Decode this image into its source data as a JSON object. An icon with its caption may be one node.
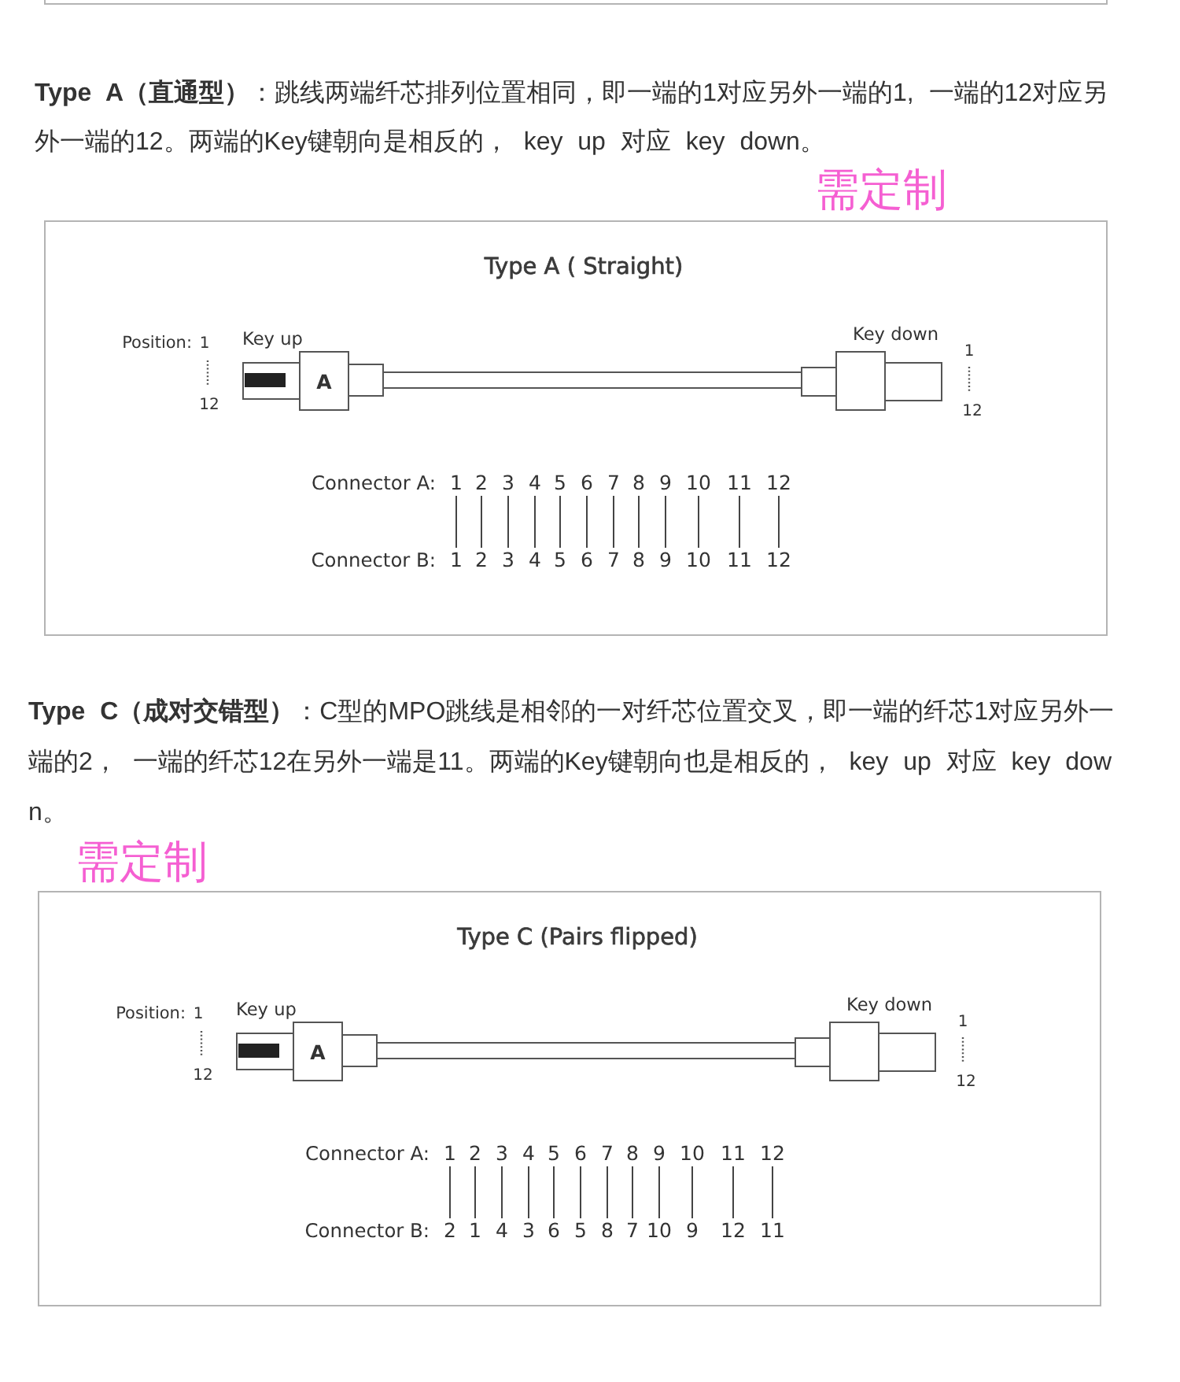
{
  "diagram": {
    "nodes": [
      {
        "text": [
          "Type A ( Straight)"
        ]
      },
      {
        "text": [
          "A"
        ],
        "in": 0
      },
      {
        "text": [
          "1"
        ],
        "in": 0
      },
      {
        "text": [
          "2"
        ],
        "in": 0
      },
      {
        "text": [
          "3"
        ],
        "in": 0
      },
      {
        "text": [
          "4"
        ],
        "in": 0
      },
      {
        "text": [
          "5"
        ],
        "in": 0
      },
      {
        "text": [
          "6"
        ],
        "in": 0
      },
      {
        "text": [
          "7"
        ],
        "in": 0
      },
      {
        "text": [
          "8"
        ],
        "in": 0
      },
      {
        "text": [
          "9"
        ],
        "in": 0
      },
      {
        "text": [
          "10"
        ],
        "in": 0
      },
      {
        "text": [
          "11"
        ],
        "in": 0
      },
      {
        "text": [
          "12"
        ],
        "in": 0
      },
      {
        "text": [
          "1"
        ],
        "in": 0
      },
      {
        "text": [
          "2"
        ],
        "in": 0
      },
      {
        "text": [
          "3"
        ],
        "in": 0
      },
      {
        "text": [
          "4"
        ],
        "in": 0
      },
      {
        "text": [
          "5"
        ],
        "in": 0
      },
      {
        "text": [
          "6"
        ],
        "in": 0
      },
      {
        "text": [
          "7"
        ],
        "in": 0
      },
      {
        "text": [
          "8"
        ],
        "in": 0
      },
      {
        "text": [
          "9"
        ],
        "in": 0
      },
      {
        "text": [
          "10"
        ],
        "in": 0
      },
      {
        "text": [
          "11"
        ],
        "in": 0
      },
      {
        "text": [
          "12"
        ],
        "in": 0
      },
      {
        "text": [
          "Type C (Pairs flipped)"
        ]
      },
      {
        "text": [
          "A"
        ],
        "in": 26
      },
      {
        "text": [
          "1"
        ],
        "in": 26
      },
      {
        "text": [
          "2"
        ],
        "in": 26
      },
      {
        "text": [
          "3"
        ],
        "in": 26
      },
      {
        "text": [
          "4"
        ],
        "in": 26
      },
      {
        "text": [
          "5"
        ],
        "in": 26
      },
      {
        "text": [
          "6"
        ],
        "in": 26
      },
      {
        "text": [
          "7"
        ],
        "in": 26
      },
      {
        "text": [
          "8"
        ],
        "in": 26
      },
      {
        "text": [
          "9"
        ],
        "in": 26
      },
      {
        "text": [
          "10"
        ],
        "in": 26
      },
      {
        "text": [
          "11"
        ],
        "in": 26
      },
      {
        "text": [
          "12"
        ],
        "in": 26
      },
      {
        "text": [
          "2"
        ],
        "in": 26
      },
      {
        "text": [
          "1"
        ],
        "in": 26
      },
      {
        "text": [
          "4"
        ],
        "in": 26
      },
      {
        "text": [
          "3"
        ],
        "in": 26
      },
      {
        "text": [
          "6"
        ],
        "in": 26
      },
      {
        "text": [
          "5"
        ],
        "in": 26
      },
      {
        "text": [
          "8"
        ],
        "in": 26
      },
      {
        "text": [
          "7"
        ],
        "in": 26
      },
      {
        "text": [
          "10"
        ],
        "in": 26
      },
      {
        "text": [
          "9"
        ],
        "in": 26
      },
      {
        "text": [
          "12"
        ],
        "in": 26
      },
      {
        "text": [
          "11"
        ],
        "in": 26
      }
    ],
    "edges": [
      {
        "from": 2,
        "to": 14,
        "arrow": "none"
      },
      {
        "from": 3,
        "to": 15,
        "arrow": "none"
      },
      {
        "from": 4,
        "to": 16,
        "arrow": "none"
      },
      {
        "from": 5,
        "to": 17,
        "arrow": "none"
      },
      {
        "from": 6,
        "to": 18,
        "arrow": "none"
      },
      {
        "from": 7,
        "to": 19,
        "arrow": "none"
      },
      {
        "from": 8,
        "to": 20,
        "arrow": "none"
      },
      {
        "from": 9,
        "to": 21,
        "arrow": "none"
      },
      {
        "from": 10,
        "to": 22,
        "arrow": "none"
      },
      {
        "from": 11,
        "to": 23,
        "arrow": "none"
      },
      {
        "from": 12,
        "to": 24,
        "arrow": "none"
      },
      {
        "from": 13,
        "to": 25,
        "arrow": "none"
      },
      {
        "from": 28,
        "to": 40,
        "arrow": "none"
      },
      {
        "from": 29,
        "to": 41,
        "arrow": "none"
      },
      {
        "from": 30,
        "to": 42,
        "arrow": "none"
      },
      {
        "from": 31,
        "to": 43,
        "arrow": "none"
      },
      {
        "from": 32,
        "to": 44,
        "arrow": "none"
      },
      {
        "from": 33,
        "to": 45,
        "arrow": "none"
      },
      {
        "from": 34,
        "to": 46,
        "arrow": "none"
      },
      {
        "from": 35,
        "to": 47,
        "arrow": "none"
      },
      {
        "from": 36,
        "to": 48,
        "arrow": "none"
      },
      {
        "from": 37,
        "to": 49,
        "arrow": "none"
      },
      {
        "from": 38,
        "to": 50,
        "arrow": "none"
      },
      {
        "from": 39,
        "to": 51,
        "arrow": "none"
      }
    ],
    "labels": [
      "**Type A（直通型）**：跳线两端纤芯排列位置相同，即一端的1对应另外一端的1, 一端的12对应另外一端的12。两端的Key键朝向是相反的， key up 对应 key down。",
      "需定制",
      "Position:",
      "1",
      "12",
      "Key up",
      "Key down",
      "1",
      "12",
      "Connector A:",
      "Connector B:",
      "**Type C（成对交错型）**：C型的MPO跳线是相邻的一对纤芯位置交叉，即一端的纤芯1对应另外一端的2， 一端的纤芯12在另外一端是11。两端的Key键朝向也是相反的， key up 对应 key down。",
      "需定制",
      "Position:",
      "1",
      "12",
      "Key up",
      "Key down",
      "1",
      "12",
      "Connector A:",
      "Connector B:"
    ]
  }
}
